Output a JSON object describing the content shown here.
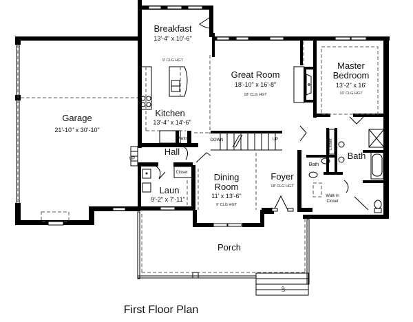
{
  "plan": {
    "title": "First Floor Plan"
  },
  "rooms": {
    "breakfast": {
      "name": "Breakfast",
      "dims": "13'-4\" x 10'-6\"",
      "ceiling": "9' CLG HGT"
    },
    "great_room": {
      "name": "Great Room",
      "dims": "18'-10\" x 16'-8\"",
      "ceiling": "18' CLG HGT"
    },
    "master_bedroom": {
      "name_line1": "Master",
      "name_line2": "Bedroom",
      "dims": "13'-2\" x 16'",
      "ceiling": "10' CLG HGT"
    },
    "garage": {
      "name": "Garage",
      "dims": "21'-10\" x 30'-10\""
    },
    "kitchen": {
      "name": "Kitchen",
      "dims": "13'-4\" x 14'-6\""
    },
    "pantry": {
      "name": "Pantry"
    },
    "hall": {
      "name": "Hall"
    },
    "closet_hall": {
      "name": "Closet"
    },
    "laundry": {
      "name": "Laun",
      "dims": "9'-2\" x 7'-11\""
    },
    "dining_room": {
      "name_line1": "Dining",
      "name_line2": "Room",
      "dims": "11' x 13'-6\"",
      "ceiling": "9' CLG HGT"
    },
    "foyer": {
      "name": "Foyer",
      "ceiling": "18' CLG HGT"
    },
    "half_bath": {
      "name": "Bath"
    },
    "master_bath": {
      "name": "Bath"
    },
    "closet_bath": {
      "name": "Closet"
    },
    "walk_in_closet": {
      "name_line1": "Walk in",
      "name_line2": "Closet"
    },
    "porch": {
      "name": "Porch"
    }
  },
  "annotations": {
    "stair_down": "DOWN",
    "stair_up": "UP",
    "garage_up": "UP",
    "porch_up": "UP"
  }
}
